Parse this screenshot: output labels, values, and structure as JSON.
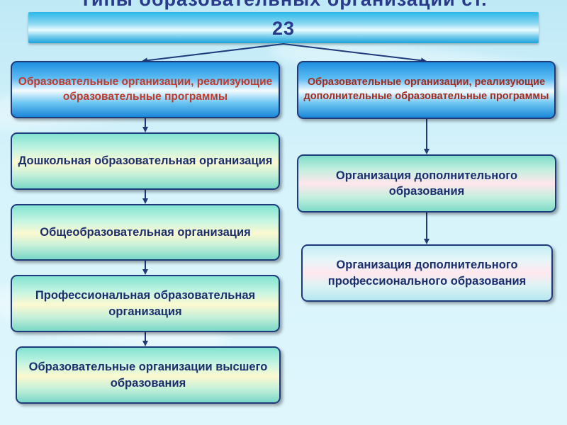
{
  "title": {
    "line1": "Типы образовательных организаций ст.",
    "line2": "23"
  },
  "left_column": {
    "header": "Образовательные организации, реализующие образовательные программы",
    "items": [
      "Дошкольная образовательная организация",
      "Общеобразовательная организация",
      "Профессиональная образовательная организация",
      "Образовательные организации высшего образования"
    ]
  },
  "right_column": {
    "header": "Образовательные организации, реализующие дополнительные образовательные программы",
    "items": [
      "Организация дополнительного образования",
      "Организация дополнительного профессионального образования"
    ]
  },
  "colors": {
    "border": "#1f3a7a",
    "header_text": "#c0392b",
    "item_text": "#1a2f6e",
    "background": "#d6f3fb"
  }
}
